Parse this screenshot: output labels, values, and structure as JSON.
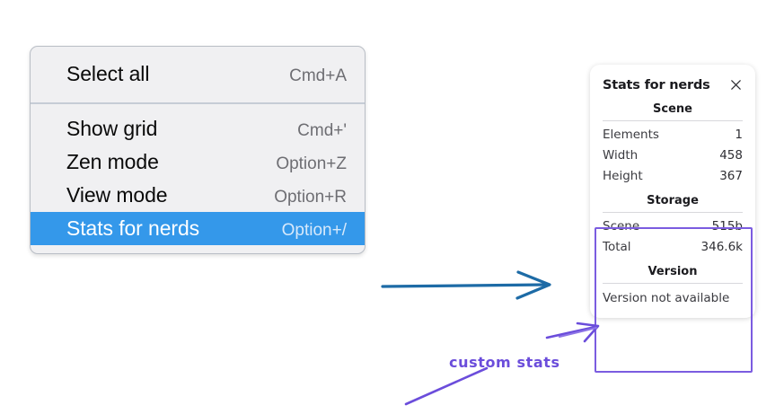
{
  "menu": {
    "groups": [
      {
        "items": [
          {
            "label": "Select all",
            "shortcut": "Cmd+A",
            "selected": false
          }
        ]
      },
      {
        "items": [
          {
            "label": "Show grid",
            "shortcut": "Cmd+'",
            "selected": false
          },
          {
            "label": "Zen mode",
            "shortcut": "Option+Z",
            "selected": false
          },
          {
            "label": "View mode",
            "shortcut": "Option+R",
            "selected": false
          },
          {
            "label": "Stats for nerds",
            "shortcut": "Option+/",
            "selected": true
          }
        ]
      }
    ]
  },
  "stats_panel": {
    "title": "Stats for nerds",
    "close_icon": "close-icon",
    "sections": [
      {
        "title": "Scene",
        "rows": [
          {
            "label": "Elements",
            "value": "1"
          },
          {
            "label": "Width",
            "value": "458"
          },
          {
            "label": "Height",
            "value": "367"
          }
        ]
      },
      {
        "title": "Storage",
        "rows": [
          {
            "label": "Scene",
            "value": "515b"
          },
          {
            "label": "Total",
            "value": "346.6k"
          }
        ]
      },
      {
        "title": "Version",
        "note": "Version not available"
      }
    ]
  },
  "annotations": {
    "flow_arrow": "arrow-right-icon",
    "callout_text": "custom stats",
    "callout_arrow": "arrow-up-right-icon",
    "underline": "diagonal-line"
  },
  "colors": {
    "menu_background": "#f0f0f2",
    "menu_selected": "#3498ea",
    "menu_selected_text": "#ffffff",
    "menu_shortcut_text": "#6e6e73",
    "panel_background": "#ffffff",
    "highlight_purple": "#7b5ce0",
    "annotation_purple": "#6b4ddb",
    "flow_arrow_blue": "#1d6ba6"
  }
}
